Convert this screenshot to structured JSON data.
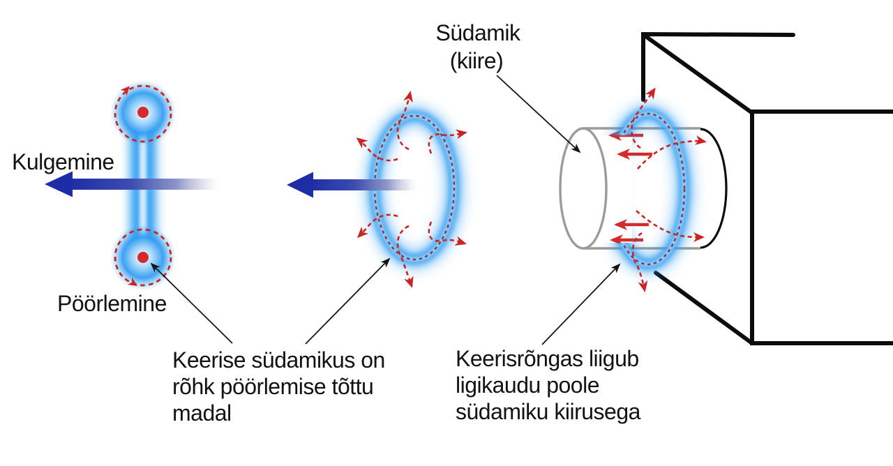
{
  "labels": {
    "kulgemine": "Kulgemine",
    "poorlemine": "Pöörlemine",
    "sudamik_line1": "Südamik",
    "sudamik_line2": "(kiire)"
  },
  "notes": {
    "core_pressure": {
      "lines": [
        "Keerise südamikus on",
        "rõhk pöörlemise tõttu",
        "madal"
      ]
    },
    "ring_speed": {
      "lines": [
        "Keerisrõngas liigub",
        "ligikaudu poole",
        "südamiku kiirusega"
      ]
    }
  },
  "icons": {
    "translation_arrows": "thick-blue-arrow-pointing-left-fading-tail",
    "rotation_arrows": "red-dashed-circular-arrows",
    "core_flow_arrows": "solid-red-arrows-pointing-left",
    "leader_arrows": "thin-black-annotation-arrows"
  },
  "colors": {
    "background": "#FFFFFF",
    "glow_blue": "#2F9BF0",
    "glow_light": "#A8D8FA",
    "arrow_blue": "#1D2DA5",
    "red": "#CC2222",
    "red_bright": "#D32B2B",
    "maroon_dash": "#8D3348",
    "cylinder_gray": "#9B9B9B",
    "box_black": "#0C0C0C",
    "leader_black": "#151515",
    "text_black": "#121212"
  }
}
